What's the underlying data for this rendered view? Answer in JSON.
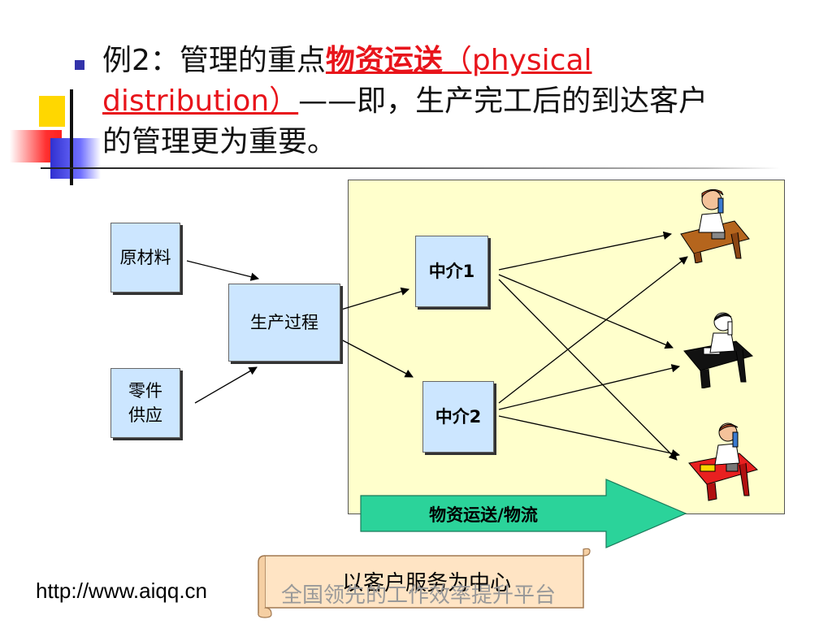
{
  "heading": {
    "prefix": "例2：管理的重点",
    "highlight": "物资运送",
    "english": "（physical distribution）",
    "dash": "——",
    "rest": "即，生产完工后的到达客户的管理更为重要。"
  },
  "boxes": {
    "raw_material": "原材料",
    "parts_supply_line1": "零件",
    "parts_supply_line2": "供应",
    "production": "生产过程",
    "intermediary1": "中介1",
    "intermediary2": "中介2"
  },
  "arrow_label": "物资运送/物流",
  "scroll_label": "以客户服务为中心",
  "footer": {
    "url": "http://www.aiqq.cn",
    "platform": "全国领先的工作效率提升平台"
  },
  "colors": {
    "box_fill": "#cce6ff",
    "panel_fill": "#ffffcc",
    "arrow_fill": "#2bd39a",
    "highlight_red": "#e8141b",
    "scroll_fill": "#ffe4c4"
  },
  "icons": [
    "customer-phone-icon-1",
    "customer-phone-icon-2",
    "customer-phone-icon-3"
  ]
}
